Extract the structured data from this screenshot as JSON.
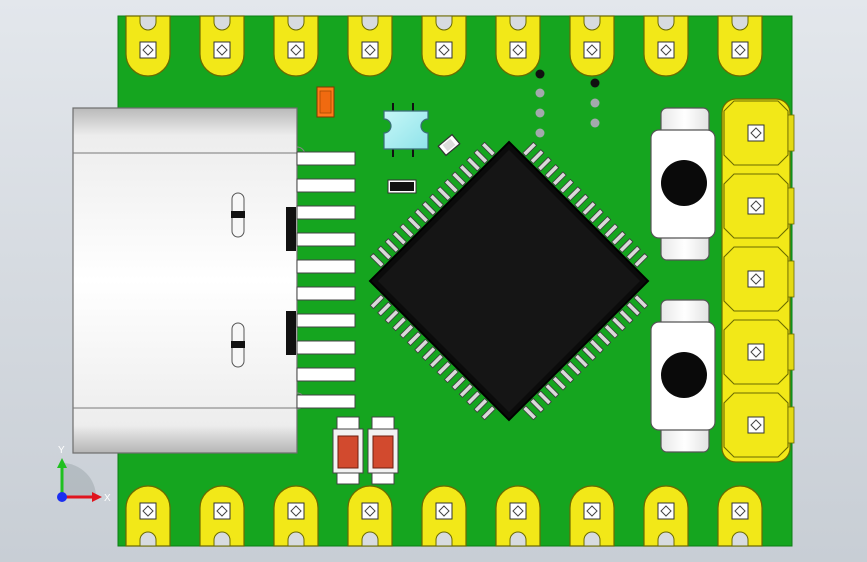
{
  "viewport": {
    "background_top": "#e3e7ec",
    "background_bottom": "#c8ced5"
  },
  "pcb": {
    "board_color": "#15a51f",
    "pad_color": "#f2e818",
    "pad_outline": "#6b6a00",
    "top_castellated_pads": 9,
    "bottom_castellated_pads": 9,
    "right_header_pins": 5,
    "usb_connector": "usb-c-receptacle",
    "main_ic": "qfp-64-chip",
    "tactile_buttons": 2
  },
  "triad": {
    "x_label": "X",
    "y_label": "Y",
    "x_color": "#e0141e",
    "y_color": "#1fc01f",
    "z_color": "#1b2ef0"
  }
}
